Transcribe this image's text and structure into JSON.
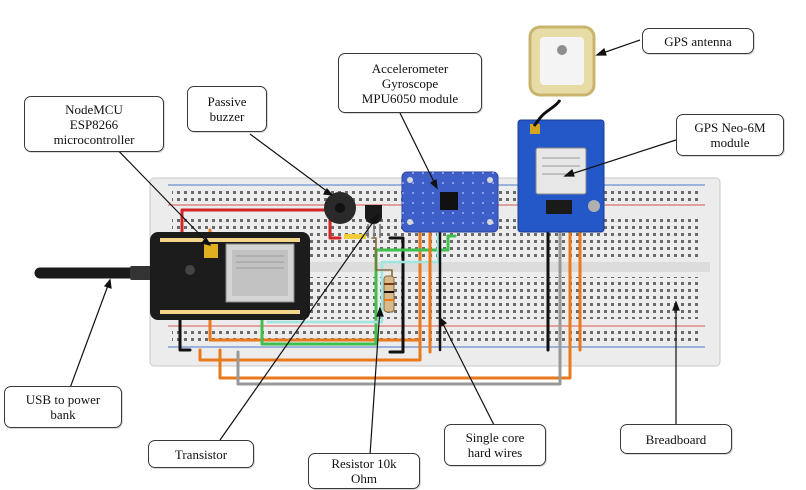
{
  "labels": {
    "nodemcu": "NodeMCU\nESP8266\nmicrocontroller",
    "buzzer": "Passive\nbuzzer",
    "mpu": "Accelerometer\nGyroscope\nMPU6050 module",
    "gps_antenna": "GPS antenna",
    "gps_module": "GPS Neo-6M\nmodule",
    "usb": "USB to power\nbank",
    "transistor": "Transistor",
    "resistor": "Resistor 10k\nOhm",
    "wires": "Single core\nhard wires",
    "breadboard": "Breadboard"
  },
  "colors": {
    "board_body": "#ececec",
    "rail_red": "#d9534f",
    "rail_blue": "#4a78c9",
    "wire_red": "#d42424",
    "wire_orange": "#e8791c",
    "wire_green": "#3fbf4b",
    "wire_black": "#111111",
    "wire_gray": "#999999",
    "mpu_blue": "#3f5fc8",
    "gps_blue": "#2458c9",
    "antenna_gold": "#d8c88a"
  }
}
